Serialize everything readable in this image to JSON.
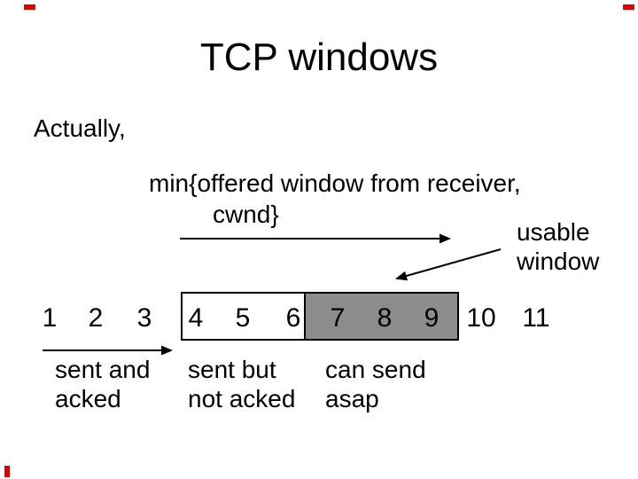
{
  "slide": {
    "title": "TCP windows",
    "intro": "Actually,",
    "min_window": {
      "line1": "min{offered window from receiver,",
      "line2": "cwnd}"
    },
    "usable_window": {
      "line1": "usable",
      "line2": "window"
    },
    "sequence": [
      "1",
      "2",
      "3",
      "4",
      "5",
      "6",
      "7",
      "8",
      "9",
      "10",
      "11"
    ],
    "legend": {
      "sent_acked": {
        "line1": "sent and",
        "line2": "acked"
      },
      "sent_not_acked": {
        "line1": "sent but",
        "line2": "not acked"
      },
      "can_send": {
        "line1": "can send",
        "line2": "asap"
      }
    },
    "colors": {
      "background": "#ffffff",
      "text": "#000000",
      "box_border": "#000000",
      "sent_not_acked_fill": "#ffffff",
      "usable_window_fill": "#8c8c8c",
      "corner_mark": "#e30000"
    }
  }
}
